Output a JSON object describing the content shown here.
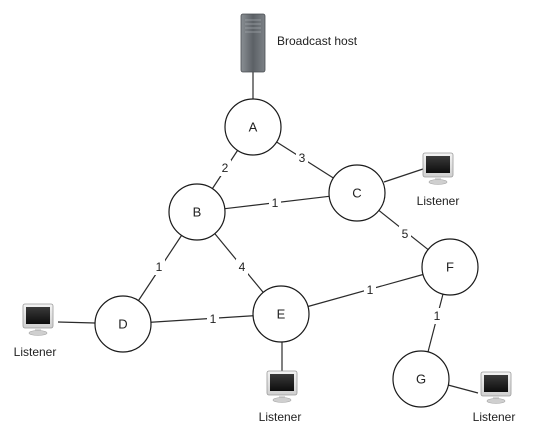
{
  "host": {
    "label": "Broadcast host",
    "icon": "server-icon"
  },
  "listener_label": "Listener",
  "nodes": [
    {
      "id": "A",
      "label": "A"
    },
    {
      "id": "B",
      "label": "B"
    },
    {
      "id": "C",
      "label": "C"
    },
    {
      "id": "D",
      "label": "D"
    },
    {
      "id": "E",
      "label": "E"
    },
    {
      "id": "F",
      "label": "F"
    },
    {
      "id": "G",
      "label": "G"
    }
  ],
  "edges": [
    {
      "from": "A",
      "to": "B",
      "weight": "2"
    },
    {
      "from": "A",
      "to": "C",
      "weight": "3"
    },
    {
      "from": "B",
      "to": "C",
      "weight": "1"
    },
    {
      "from": "B",
      "to": "D",
      "weight": "1"
    },
    {
      "from": "B",
      "to": "E",
      "weight": "4"
    },
    {
      "from": "C",
      "to": "F",
      "weight": "5"
    },
    {
      "from": "D",
      "to": "E",
      "weight": "1"
    },
    {
      "from": "E",
      "to": "F",
      "weight": "1"
    },
    {
      "from": "F",
      "to": "G",
      "weight": "1"
    }
  ],
  "listeners": [
    {
      "attached_to": "C",
      "label": "Listener",
      "icon": "computer-monitor-icon"
    },
    {
      "attached_to": "D",
      "label": "Listener",
      "icon": "computer-monitor-icon"
    },
    {
      "attached_to": "E",
      "label": "Listener",
      "icon": "computer-monitor-icon"
    },
    {
      "attached_to": "G",
      "label": "Listener",
      "icon": "computer-monitor-icon"
    }
  ],
  "colors": {
    "line": "#2b2b2b",
    "node_fill": "#ffffff",
    "node_stroke": "#1a1a1a"
  }
}
